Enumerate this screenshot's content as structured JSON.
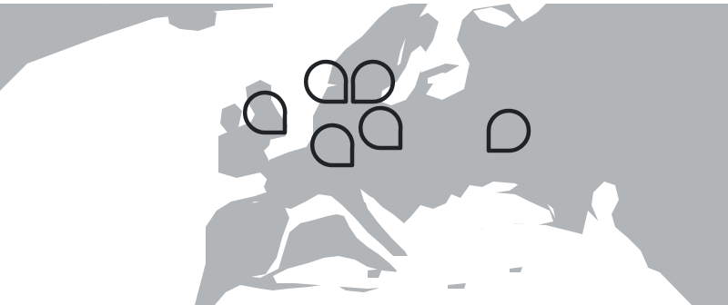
{
  "map": {
    "colors": {
      "land": "#b1b5b8",
      "water": "#ffffff",
      "marker": "#1f2326"
    },
    "marker_icon": "location-pin-outline-icon",
    "markers": [
      {
        "id": "marker-uk"
      },
      {
        "id": "marker-netherlands"
      },
      {
        "id": "marker-denmark"
      },
      {
        "id": "marker-germany"
      },
      {
        "id": "marker-poland"
      },
      {
        "id": "marker-russia"
      }
    ]
  }
}
